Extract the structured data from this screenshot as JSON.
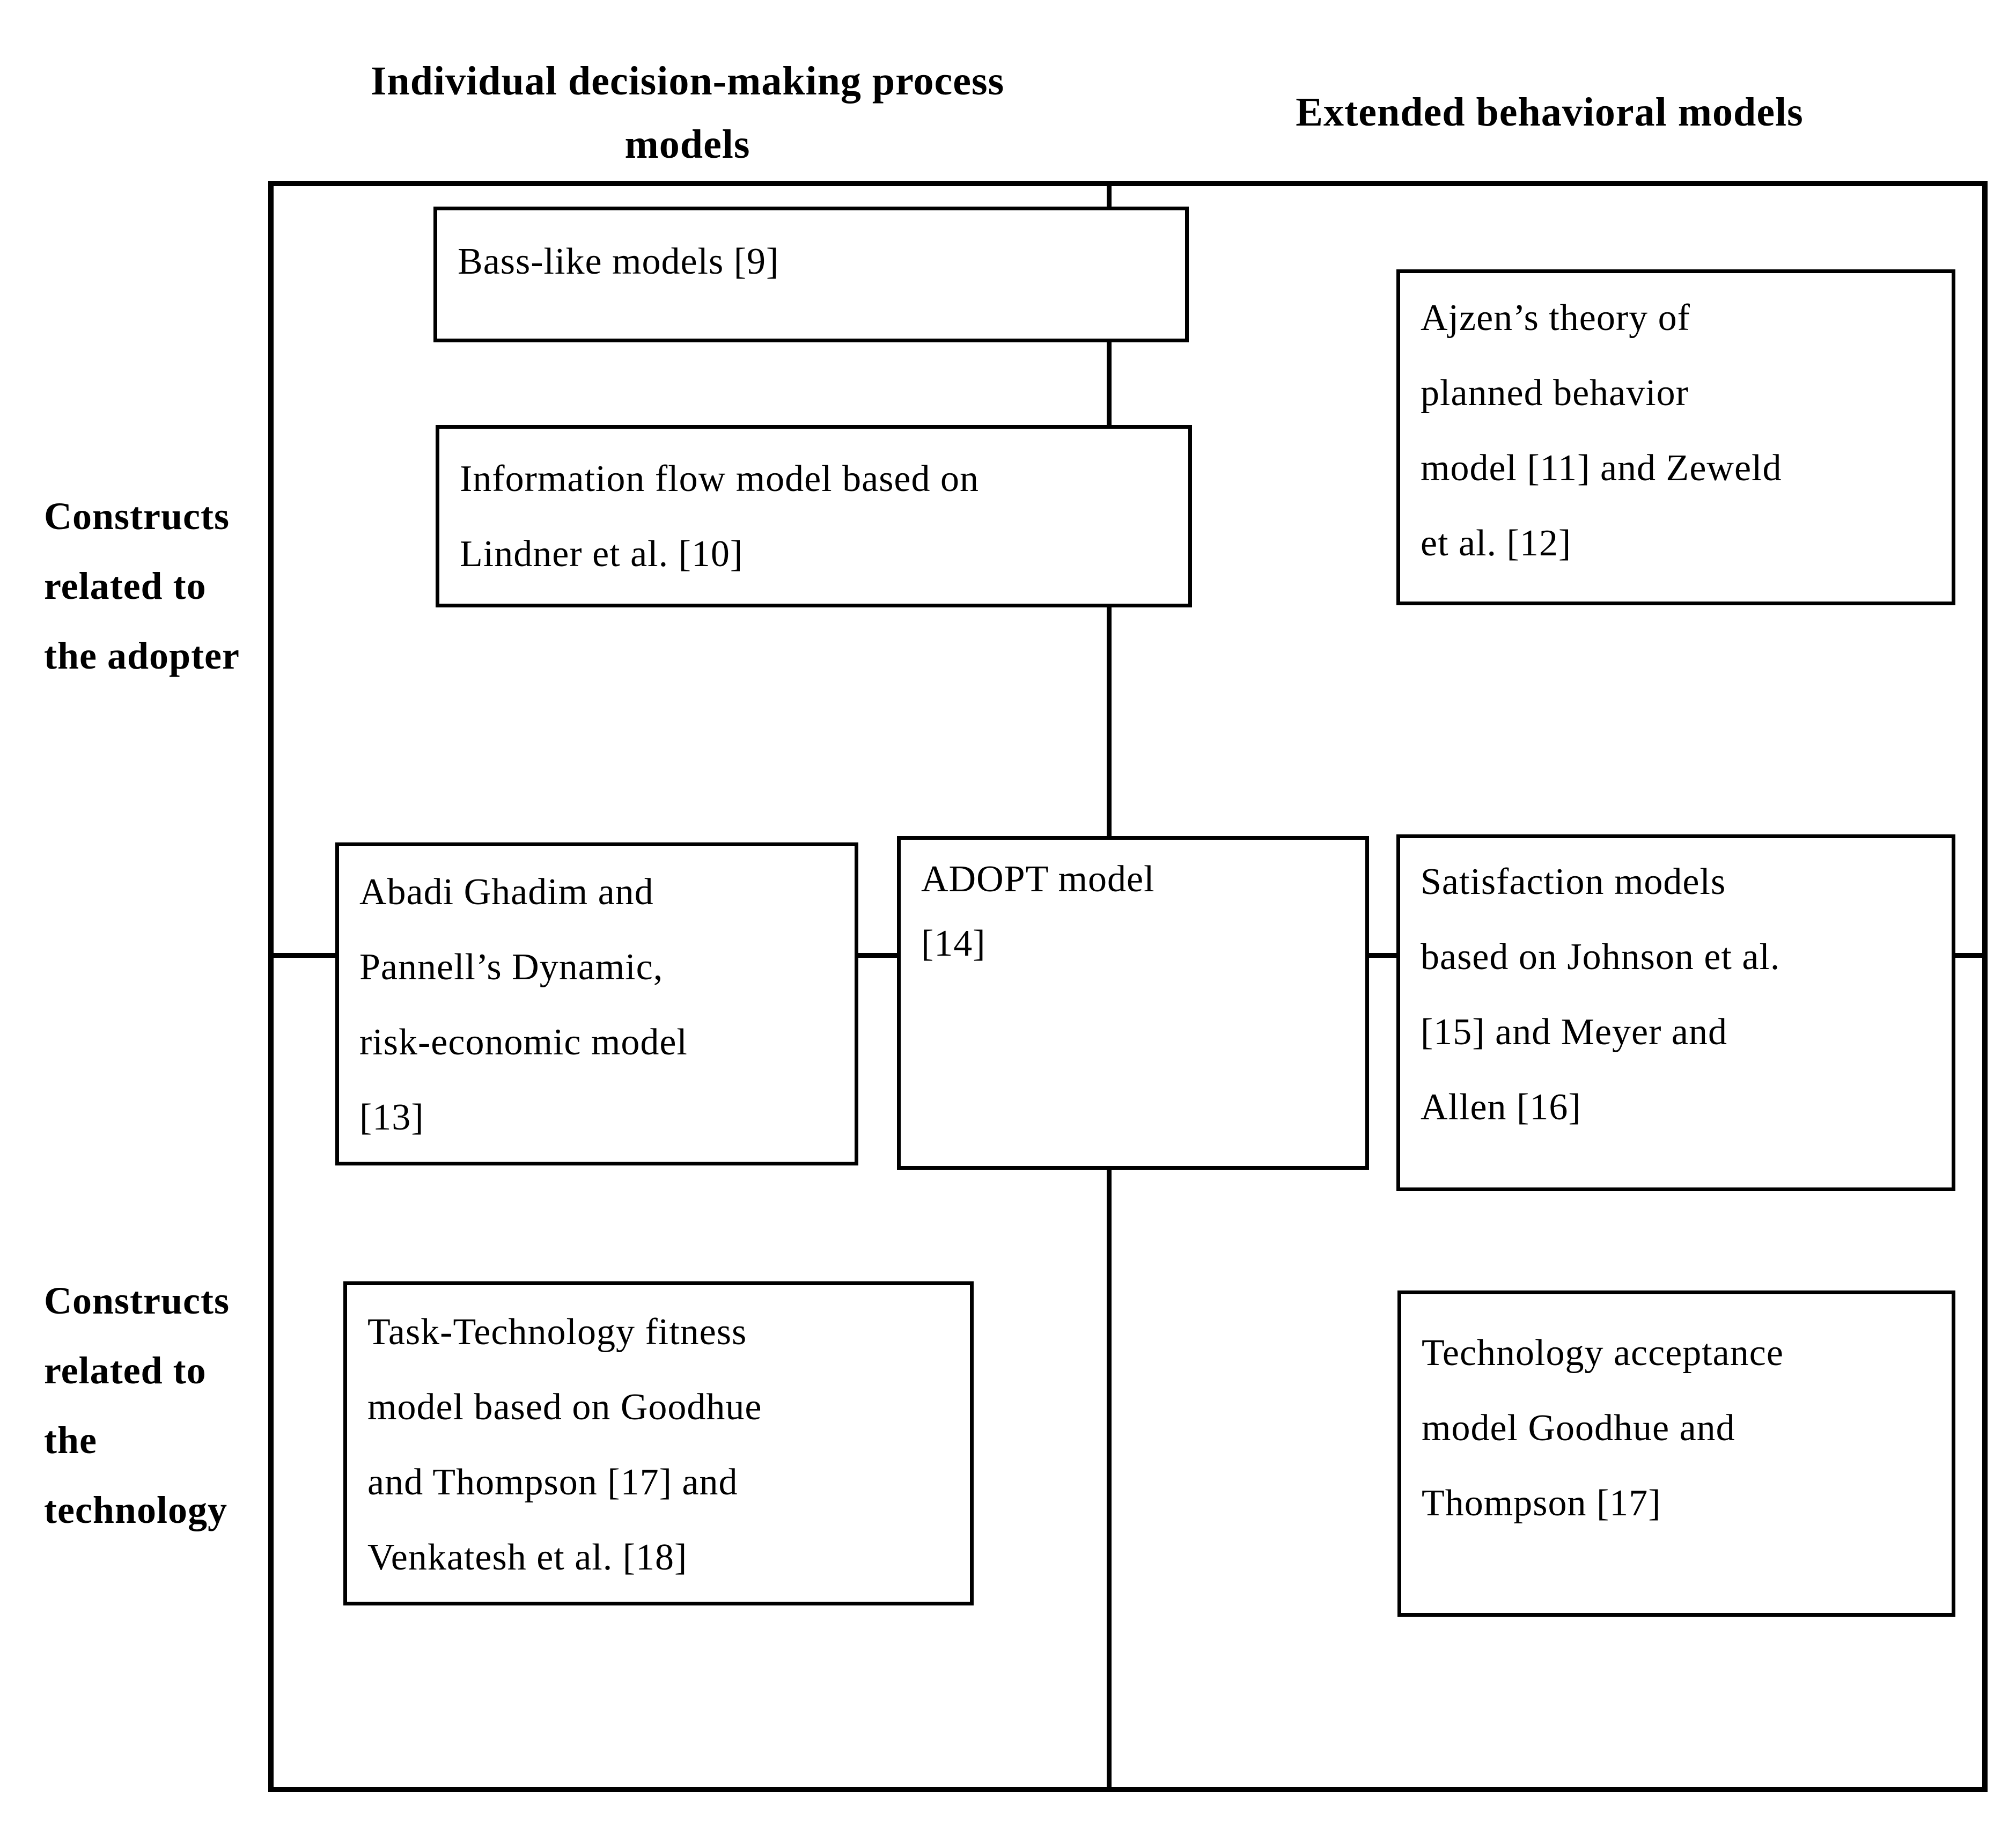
{
  "figure": {
    "colors": {
      "ink": "#000000",
      "background": "#ffffff"
    },
    "column_headers": [
      {
        "id": "individual-decision",
        "lines": [
          "Individual decision-making process",
          "models"
        ]
      },
      {
        "id": "extended-behavioral",
        "lines": [
          "Extended behavioral models"
        ]
      }
    ],
    "row_labels": [
      {
        "id": "adopter",
        "lines": [
          "Constructs",
          "related to",
          "the adopter"
        ]
      },
      {
        "id": "technology",
        "lines": [
          "Constructs",
          "related to",
          "the",
          "technology"
        ]
      }
    ],
    "boxes": [
      {
        "id": "bass-like-models",
        "position": "left-top",
        "lines": [
          "Bass-like models [9]"
        ]
      },
      {
        "id": "information-flow-model",
        "position": "left-top",
        "lines": [
          "Information flow model based on",
          "Lindner et al. [10]"
        ]
      },
      {
        "id": "ajzen-planned-behavior",
        "position": "right-top",
        "lines": [
          "Ajzen’s theory of",
          "planned behavior",
          "model [11] and Zeweld",
          "et al. [12]"
        ]
      },
      {
        "id": "abadi-ghadim-pannell",
        "position": "left-middle-straddles-rows",
        "lines": [
          "Abadi Ghadim and",
          "Pannell’s Dynamic,",
          "risk-economic model",
          "[13]"
        ]
      },
      {
        "id": "adopt-model",
        "position": "center-straddles-rows-and-columns",
        "lines": [
          "ADOPT model",
          "[14]"
        ]
      },
      {
        "id": "satisfaction-models",
        "position": "right-middle-straddles-rows",
        "lines": [
          "Satisfaction models",
          "based on Johnson et al.",
          "[15] and Meyer and",
          "Allen [16]"
        ]
      },
      {
        "id": "task-technology-fitness",
        "position": "left-bottom",
        "lines": [
          "Task-Technology fitness",
          "model based on Goodhue",
          "and Thompson [17] and",
          "Venkatesh et al. [18]"
        ]
      },
      {
        "id": "technology-acceptance-model",
        "position": "right-bottom",
        "lines": [
          "Technology acceptance",
          "model Goodhue and",
          "Thompson [17]"
        ]
      }
    ]
  }
}
